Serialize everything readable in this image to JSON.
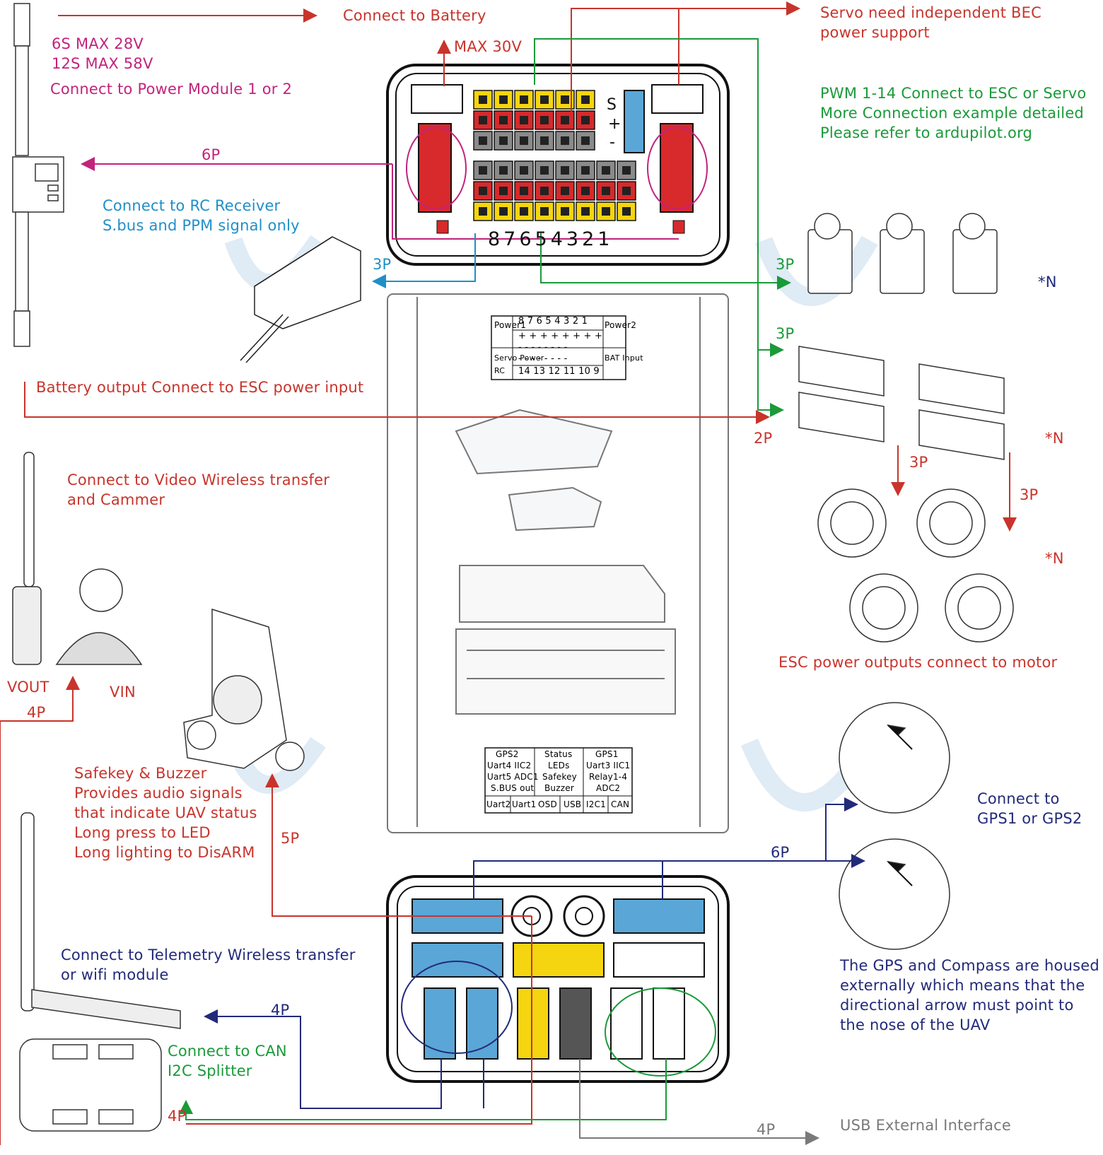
{
  "labels": {
    "battery_spec_1": "6S  MAX 28V",
    "battery_spec_2": "12S MAX 58V",
    "power_module": "Connect to Power Module 1 or 2",
    "connect_battery": "Connect to Battery",
    "max_voltage": "MAX 30V",
    "servo_bec_1": "Servo need independent BEC",
    "servo_bec_2": "power support",
    "pwm_1": "PWM 1-14 Connect to ESC or Servo",
    "pwm_2": "More Connection example detailed",
    "pwm_3": "Please refer to ardupilot.org",
    "rc_6p": "6P",
    "rc_1": "Connect to RC Receiver",
    "rc_2": "S.bus and PPM signal only",
    "rc_3p": "3P",
    "servo_3p": "3P",
    "esc_3p": "3P",
    "n_servo": "*N",
    "n_esc": "*N",
    "n_motor": "*N",
    "battery_output": "Battery output Connect to ESC power input",
    "two_p": "2P",
    "motor_3p_a": "3P",
    "motor_3p_b": "3P",
    "esc_motor": "ESC power outputs connect to motor",
    "video_1": "Connect to Video Wireless transfer",
    "video_2": "and Cammer",
    "vout": "VOUT",
    "vin": "VIN",
    "video_4p": "4P",
    "safekey_1": "Safekey & Buzzer",
    "safekey_2": "Provides audio signals",
    "safekey_3": "that indicate UAV status",
    "safekey_4": "Long press to LED",
    "safekey_5": "Long lighting to DisARM",
    "safekey_5p": "5P",
    "gps_1": "Connect to",
    "gps_2": "GPS1 or GPS2",
    "gps_6p": "6P",
    "gps_note_1": "The GPS and Compass are housed",
    "gps_note_2": "externally which means that the",
    "gps_note_3": "directional arrow must point to",
    "gps_note_4": "the nose of the UAV",
    "telemetry_1": "Connect to Telemetry Wireless transfer",
    "telemetry_2": "or wifi module",
    "telemetry_4p": "4P",
    "can_1": "Connect to CAN",
    "can_2": "I2C Splitter",
    "can_4p": "4P",
    "usb_4p": "4P",
    "usb": "USB External Interface",
    "top_pins": "87654321"
  },
  "top_legend": {
    "pins_left": "Power1",
    "pins_right": "Power2",
    "pin_numbers": "8 7 6 5 4 3 2 1",
    "row_plus": "+ + + + + + + +",
    "row_minus": "- - - - - - - -",
    "servo_power": "Servo Power",
    "bat_input": "BAT Input",
    "rc": "RC",
    "pin_numbers_2": "14 13 12 11 10 9"
  },
  "bottom_legend": {
    "r1c1": "GPS2",
    "r1c2": "Status",
    "r1c3": "GPS1",
    "r2c1": "Uart4 IIC2",
    "r2c2": "LEDs",
    "r2c3": "Uart3 IIC1",
    "r3c1": "Uart5 ADC1",
    "r3c2": "Safekey",
    "r3c3": "Relay1-4",
    "r4c1": "S.BUS out",
    "r4c2": "Buzzer",
    "r4c3": "ADC2",
    "b1": "Uart2",
    "b2": "Uart1",
    "b3": "OSD",
    "b4": "USB",
    "b5": "I2C1",
    "b6": "CAN"
  },
  "colors": {
    "red": "#c8342c",
    "magenta": "#c2237c",
    "green": "#1b9a3a",
    "blue": "#1f8fc7",
    "navy": "#222a7a",
    "grey": "#7a7a7a",
    "pin_yellow": "#f5d50f",
    "pin_red": "#d8292c",
    "pin_grey": "#8a8a8a",
    "conn_blue": "#5aa6d6",
    "watermark": "#d9e8f3"
  }
}
